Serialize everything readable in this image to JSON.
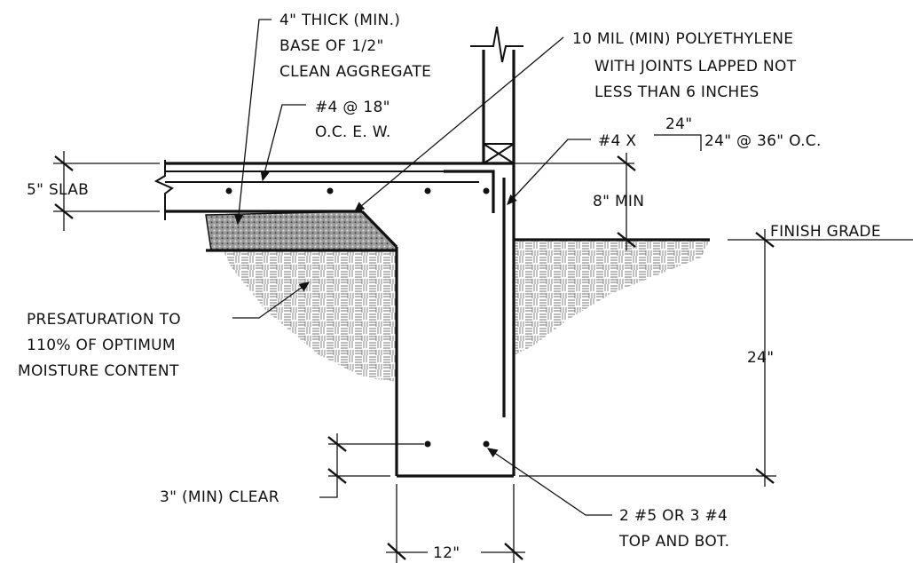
{
  "labels": {
    "base_line1": "4\" THICK (MIN.)",
    "base_line2": "BASE OF 1/2\"",
    "base_line3": "CLEAN AGGREGATE",
    "poly_line1": "10 MIL (MIN) POLYETHYLENE",
    "poly_line2": "WITH JOINTS LAPPED NOT",
    "poly_line3": "LESS THAN 6 INCHES",
    "rebar_slab_line1": "#4 @ 18\"",
    "rebar_slab_line2": "O.C. E. W.",
    "dowel_prefix": "#4 X",
    "dowel_top": "24\"",
    "dowel_suffix": "24\" @ 36\" O.C.",
    "slab_dim": "5\" SLAB",
    "min_8": "8\" MIN",
    "finish_grade": "FINISH GRADE",
    "presat_line1": "PRESATURATION TO",
    "presat_line2": "110% OF OPTIMUM",
    "presat_line3": "MOISTURE CONTENT",
    "depth_24": "24\"",
    "clear_3": "3\" (MIN) CLEAR",
    "bars_line1": "2 #5 OR 3 #4",
    "bars_line2": "TOP AND BOT.",
    "width_12": "12\""
  }
}
